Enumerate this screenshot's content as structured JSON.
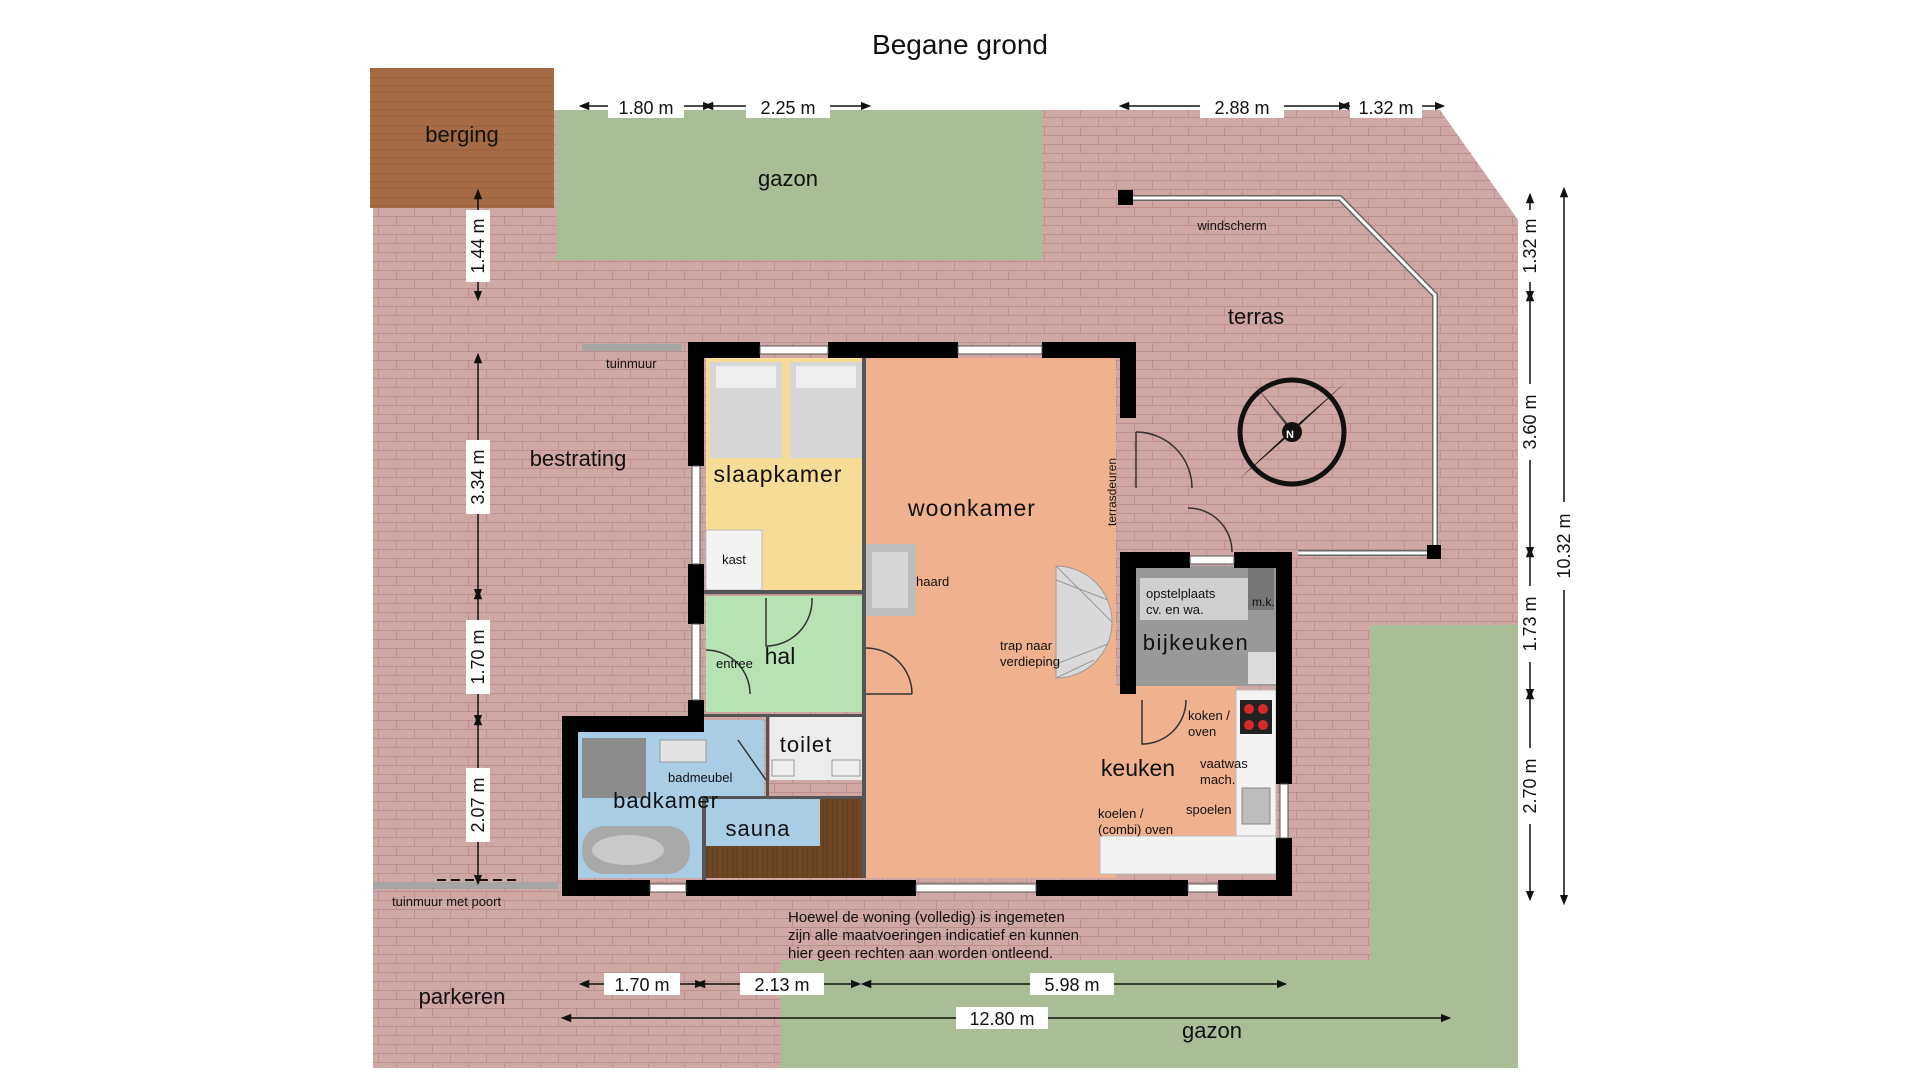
{
  "title": "Begane grond",
  "areas": {
    "berging": "berging",
    "gazon_top": "gazon",
    "gazon_bottom": "gazon",
    "bestrating": "bestrating",
    "terras": "terras",
    "parkeren": "parkeren",
    "windscherm": "windscherm",
    "tuinmuur": "tuinmuur",
    "tuinmuur_poort": "tuinmuur met poort"
  },
  "rooms": {
    "slaapkamer": "slaapkamer",
    "woonkamer": "woonkamer",
    "hal": "hal",
    "toilet": "toilet",
    "badkamer": "badkamer",
    "sauna": "sauna",
    "keuken": "keuken",
    "bijkeuken": "bijkeuken"
  },
  "fixtures": {
    "kast": "kast",
    "haard": "haard",
    "entree": "entree",
    "badmeubel": "badmeubel",
    "terrasdeuren": "terrasdeuren",
    "trap_1": "trap naar",
    "trap_2": "verdieping",
    "opstel_1": "opstelplaats",
    "opstel_2": "cv. en wa.",
    "mk": "m.k.",
    "koken_1": "koken /",
    "koken_2": "oven",
    "vaatwas_1": "vaatwas",
    "vaatwas_2": "mach.",
    "spoelen": "spoelen",
    "koelen_1": "koelen /",
    "koelen_2": "(combi) oven"
  },
  "dimensions": {
    "top_1": "1.80 m",
    "top_2": "2.25 m",
    "top_3": "2.88 m",
    "top_4": "1.32 m",
    "left_1": "1.44 m",
    "left_2": "3.34 m",
    "left_3": "1.70 m",
    "left_4": "2.07 m",
    "right_1": "1.32 m",
    "right_2": "3.60 m",
    "right_3": "1.73 m",
    "right_4": "2.70 m",
    "right_total": "10.32 m",
    "bottom_1": "1.70 m",
    "bottom_2": "2.13 m",
    "bottom_3": "5.98 m",
    "bottom_total": "12.80 m"
  },
  "disclaimer": [
    "Hoewel de woning (volledig) is ingemeten",
    "zijn alle maatvoeringen indicatief en kunnen",
    "hier geen rechten aan worden ontleend."
  ],
  "compass": {
    "north": "N"
  },
  "colors": {
    "paving": "#cfa7a4",
    "lawn": "#a9bd97",
    "shed": "#a66b45",
    "woonkamer": "#f0b18e",
    "slaapkamer": "#f7dc97",
    "hal": "#b7e2b4",
    "badkamer": "#a9cde5",
    "bijkeuken": "#999999",
    "wall": "#000000"
  }
}
